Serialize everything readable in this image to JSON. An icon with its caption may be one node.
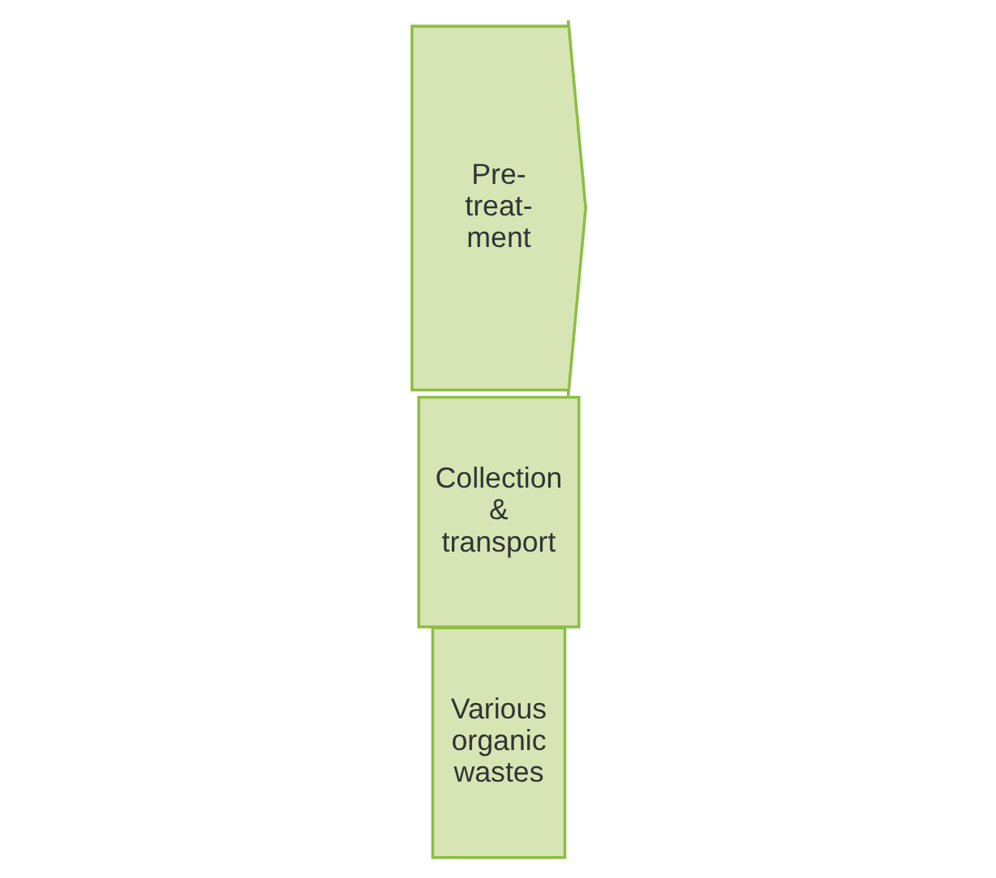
{
  "diagram": {
    "nodes": [
      {
        "text": [
          "Various organic wastes"
        ]
      },
      {
        "text": [
          "Collection & transport"
        ]
      },
      {
        "text": [
          "Pre- treat- ment"
        ]
      }
    ]
  }
}
